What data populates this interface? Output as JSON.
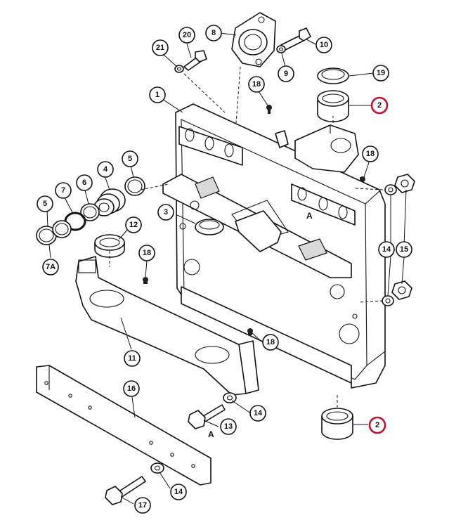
{
  "colors": {
    "line": "#111111",
    "highlight": "#c8102e",
    "background": "#ffffff"
  },
  "callouts": [
    {
      "id": "c20",
      "label": "20"
    },
    {
      "id": "c8",
      "label": "8"
    },
    {
      "id": "c21",
      "label": "21"
    },
    {
      "id": "c10",
      "label": "10"
    },
    {
      "id": "c9",
      "label": "9"
    },
    {
      "id": "c19",
      "label": "19"
    },
    {
      "id": "c18a",
      "label": "18"
    },
    {
      "id": "c1",
      "label": "1"
    },
    {
      "id": "c2a",
      "label": "2"
    },
    {
      "id": "c18b",
      "label": "18"
    },
    {
      "id": "c5a",
      "label": "5"
    },
    {
      "id": "c4",
      "label": "4"
    },
    {
      "id": "c6",
      "label": "6"
    },
    {
      "id": "c7",
      "label": "7"
    },
    {
      "id": "c5b",
      "label": "5"
    },
    {
      "id": "c3",
      "label": "3"
    },
    {
      "id": "c12",
      "label": "12"
    },
    {
      "id": "c7a",
      "label": "7A"
    },
    {
      "id": "c14a",
      "label": "14"
    },
    {
      "id": "c15",
      "label": "15"
    },
    {
      "id": "c18c",
      "label": "18"
    },
    {
      "id": "c18d",
      "label": "18"
    },
    {
      "id": "c11",
      "label": "11"
    },
    {
      "id": "c16",
      "label": "16"
    },
    {
      "id": "c14b",
      "label": "14"
    },
    {
      "id": "c13",
      "label": "13"
    },
    {
      "id": "c2b",
      "label": "2"
    },
    {
      "id": "c14c",
      "label": "14"
    },
    {
      "id": "c17",
      "label": "17"
    }
  ],
  "view_markers": [
    "A",
    "A"
  ]
}
